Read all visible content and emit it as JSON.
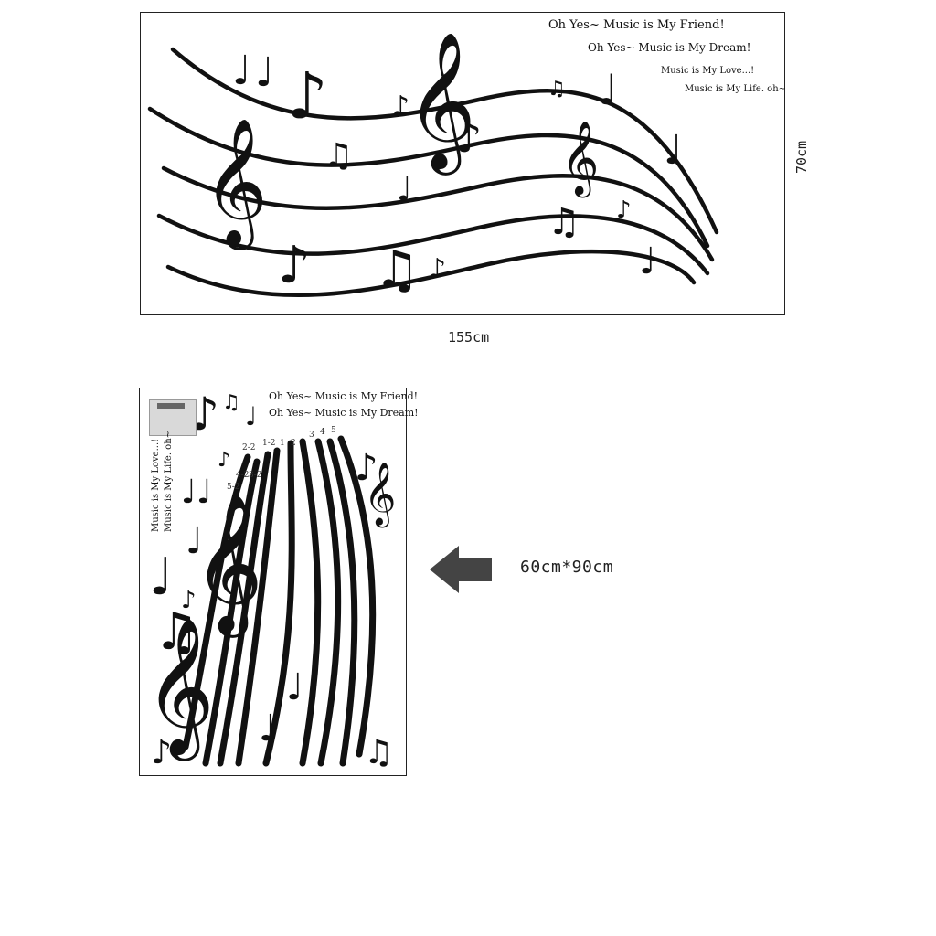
{
  "top_panel": {
    "lyrics": [
      "Oh Yes~ Music is My Friend!",
      "Oh Yes~ Music is My Dream!",
      "Music is My Love...!",
      "Music is My Life. oh~"
    ],
    "width_label": "155cm",
    "height_label": "70cm"
  },
  "bottom_panel": {
    "lyrics": [
      "Oh Yes~ Music is My Friend!",
      "Oh Yes~ Music is My Dream!"
    ],
    "side_lyrics": [
      "Music is My Love...!",
      "Music is My Life. oh~"
    ],
    "strip_numbers": [
      "2-2",
      "1-2",
      "1",
      "2",
      "3",
      "4",
      "5",
      "4-2",
      "3-2",
      "5-2"
    ]
  },
  "size_label": "60cm*90cm",
  "icons": [
    "treble-clef-icon",
    "eighth-note-icon",
    "quarter-note-icon",
    "beamed-notes-icon",
    "arrow-left-icon"
  ],
  "colors": {
    "ink": "#111111",
    "arrow": "#444444"
  }
}
